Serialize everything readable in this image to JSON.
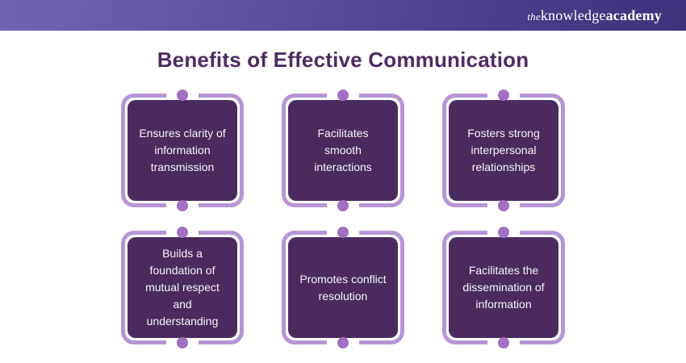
{
  "header": {
    "logo": {
      "prefix": "the",
      "word1": "knowledge",
      "word2": "academy"
    }
  },
  "title": "Benefits of Effective Communication",
  "cards": [
    {
      "label": "Ensures clarity of information transmission"
    },
    {
      "label": "Facilitates smooth interactions"
    },
    {
      "label": "Fosters strong interpersonal relationships"
    },
    {
      "label": "Builds a foundation of mutual respect and understanding"
    },
    {
      "label": "Promotes conflict resolution"
    },
    {
      "label": "Facilitates the dissemination of information"
    }
  ],
  "colors": {
    "header_gradient_left": "#7164b3",
    "header_gradient_right": "#3e3079",
    "title_text": "#4f2a60",
    "card_fill": "#4b2b5f",
    "card_border": "#b795d4",
    "connector_dot": "#a26fc2",
    "card_text": "#f6f2f9",
    "page_background": "#ffffff"
  }
}
